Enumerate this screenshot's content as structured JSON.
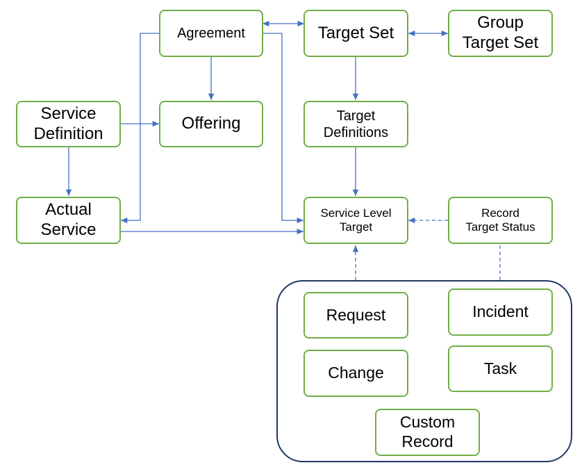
{
  "diagram": {
    "nodes": {
      "agreement": "Agreement",
      "target_set": "Target Set",
      "group_target_set": "Group\nTarget Set",
      "service_definition": "Service\nDefinition",
      "offering": "Offering",
      "target_definitions": "Target\nDefinitions",
      "actual_service": "Actual\nService",
      "service_level_target": "Service Level\nTarget",
      "record_target_status": "Record\nTarget Status",
      "request": "Request",
      "incident": "Incident",
      "change": "Change",
      "task": "Task",
      "custom_record": "Custom\nRecord"
    },
    "colors": {
      "node_border": "#70ad47",
      "connector": "#4472c4",
      "container_border": "#1f3864"
    }
  }
}
